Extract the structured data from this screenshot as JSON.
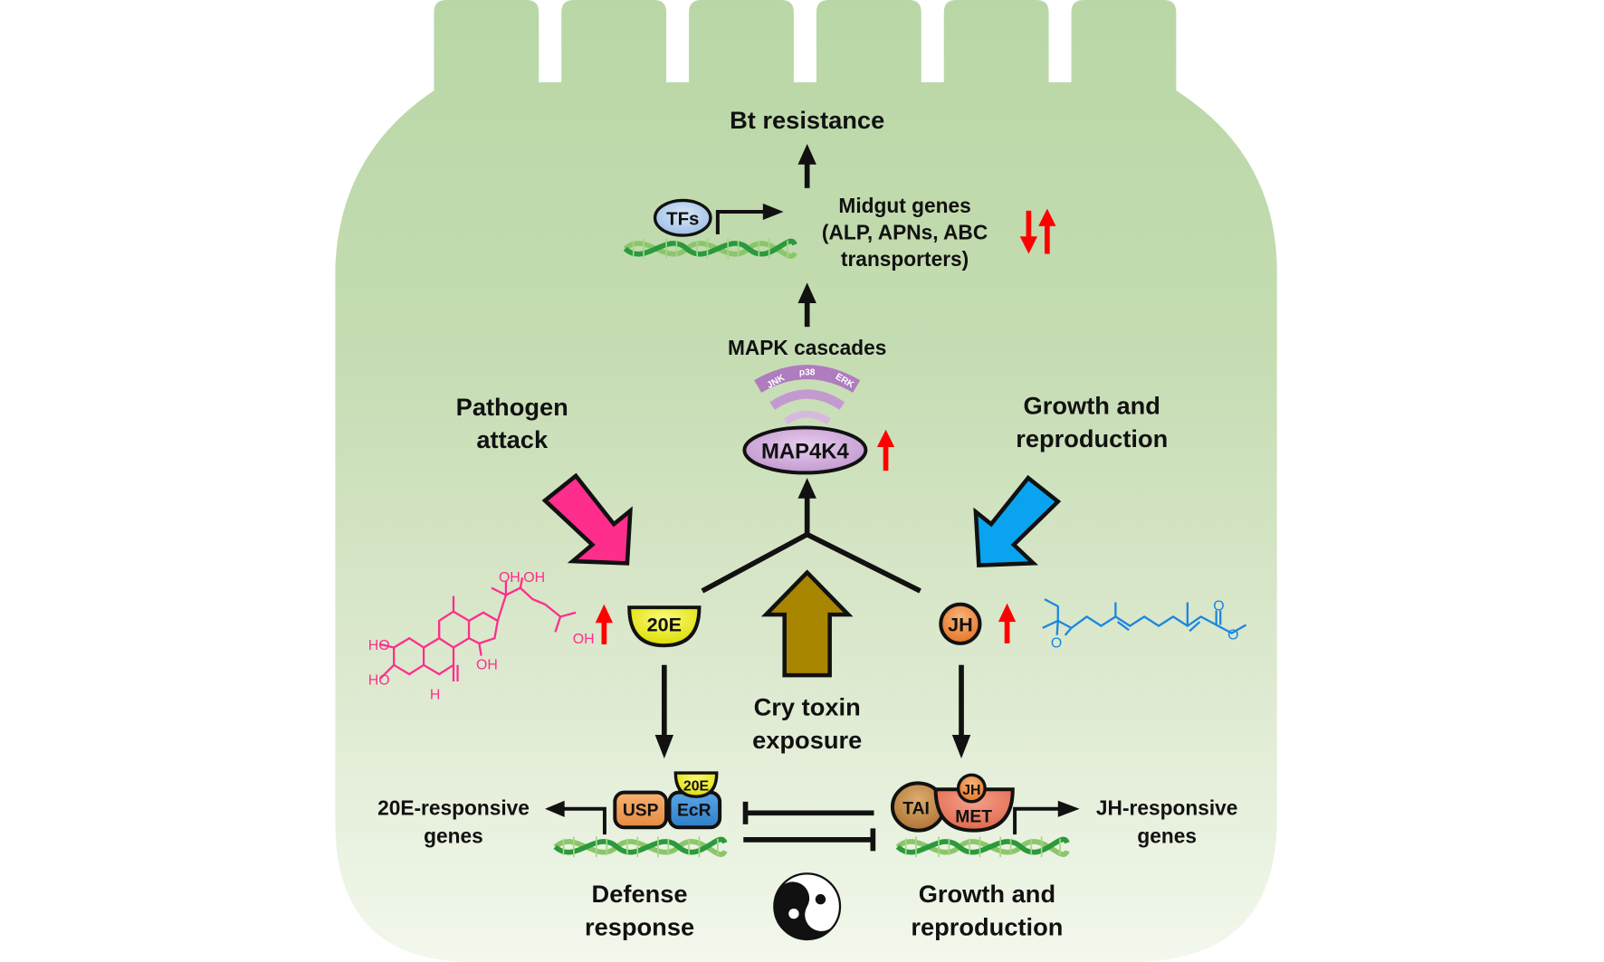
{
  "title": "Bt resistance",
  "midgut_genes": {
    "line1": "Midgut genes",
    "line2": "(ALP, APNs, ABC",
    "line3": "transporters)",
    "regulation": "down-up"
  },
  "tfs_label": "TFs",
  "mapk": {
    "label": "MAPK cascades",
    "kinases": [
      "JNK",
      "p38",
      "ERK"
    ]
  },
  "map4k4": {
    "label": "MAP4K4",
    "regulation": "up"
  },
  "pathogen": {
    "line1": "Pathogen",
    "line2": "attack",
    "color": "#ff2d8c"
  },
  "growth_top": {
    "line1": "Growth and",
    "line2": "reproduction",
    "color": "#0aa3f0"
  },
  "hormones": {
    "e20": {
      "label": "20E",
      "regulation": "up",
      "color": "#e4e40a"
    },
    "jh": {
      "label": "JH",
      "regulation": "up",
      "color": "#f08a3c"
    }
  },
  "cry_toxin": {
    "line1": "Cry toxin",
    "line2": "exposure",
    "color": "#a88600"
  },
  "receptors": {
    "usp": "USP",
    "ecr": "EcR",
    "e20_bound": "20E",
    "tai": "TAI",
    "met": "MET",
    "jh_bound": "JH"
  },
  "outputs": {
    "e20_genes": {
      "line1": "20E-responsive",
      "line2": "genes"
    },
    "jh_genes": {
      "line1": "JH-responsive",
      "line2": "genes"
    }
  },
  "bottom": {
    "defense": {
      "line1": "Defense",
      "line2": "response"
    },
    "growth": {
      "line1": "Growth and",
      "line2": "reproduction"
    }
  },
  "chemistry": {
    "ecdysone_labels": [
      "OH",
      "OH",
      "HO",
      "HO",
      "OH",
      "OH",
      "H"
    ],
    "jh_labels": [
      "O",
      "O",
      "O"
    ]
  },
  "colors": {
    "cell_top": "#b9d7a6",
    "cell_bottom": "#f2f8ec",
    "up_arrow": "#ff0000",
    "mapk_purple": "#b07cc0"
  }
}
